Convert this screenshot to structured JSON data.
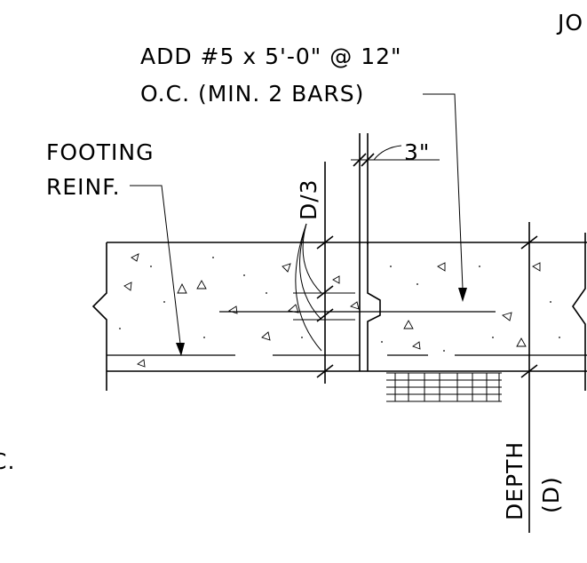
{
  "notes": {
    "corner_partial": "JO",
    "add_bars_line1": "ADD #5 x 5'-0\" @ 12\"",
    "add_bars_line2": "O.C. (MIN. 2  BARS)",
    "footing_line1": "FOOTING",
    "footing_line2": "REINF.",
    "left_partial": "C.",
    "dim_d3": "D/3",
    "dim_3in": "3\"",
    "depth_label": "DEPTH",
    "depth_symbol": "(D)"
  },
  "colors": {
    "linework": "#000000",
    "background": "#ffffff"
  }
}
